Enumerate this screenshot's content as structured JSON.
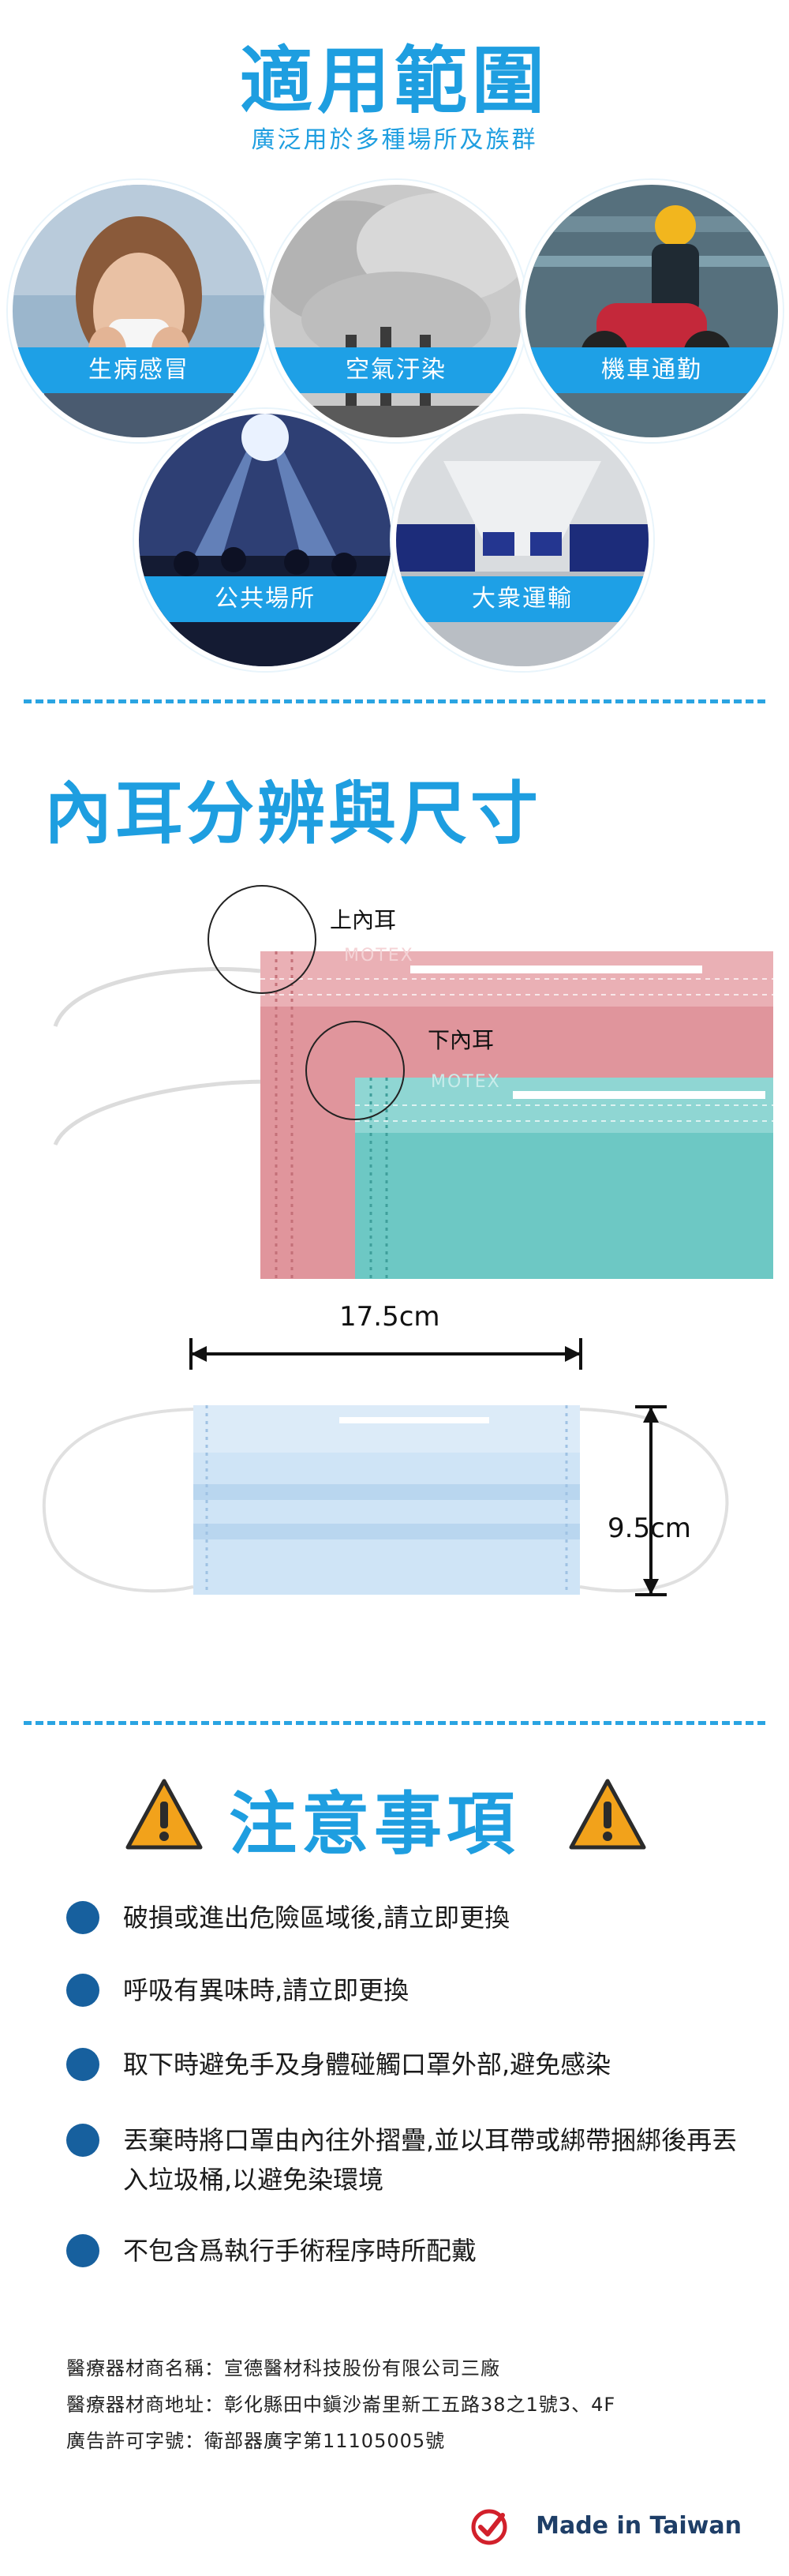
{
  "usage": {
    "title": "適用範圍",
    "subtitle": "廣泛用於多種場所及族群",
    "circles": [
      {
        "label": "生病感冒",
        "image": "sick-person-sneezing"
      },
      {
        "label": "空氣汙染",
        "image": "factory-smokestacks"
      },
      {
        "label": "機車通勤",
        "image": "scooter-rider"
      },
      {
        "label": "公共場所",
        "image": "concert-crowd"
      },
      {
        "label": "大衆運輸",
        "image": "train-interior"
      }
    ]
  },
  "ear": {
    "title": "內耳分辨與尺寸",
    "upper_label": "上內耳",
    "lower_label": "下內耳",
    "brand_mark": "MOTEX",
    "width_label": "17.5cm",
    "height_label": "9.5cm"
  },
  "caution": {
    "title": "注意事項",
    "items": [
      "破損或進出危險區域後,請立即更換",
      "呼吸有異味時,請立即更換",
      "取下時避免手及身體碰觸口罩外部,避免感染",
      "丟棄時將口罩由內往外摺疊,並以耳帶或綁帶捆綁後再丟入垃圾桶,以避免染環境",
      "不包含爲執行手術程序時所配戴"
    ]
  },
  "footer": {
    "maker_name": "醫療器材商名稱：宣德醫材科技股份有限公司三廠",
    "maker_address": "醫療器材商地址：彰化縣田中鎭沙崙里新工五路38之1號3、4F",
    "license": "廣告許可字號：衛部器廣字第11105005號",
    "made_in": "Made in Taiwan"
  },
  "colors": {
    "accent": "#1e9ee0",
    "bullet": "#17609e",
    "mask_pink": "#e0959c",
    "mask_teal": "#6dc8c4",
    "mask_blue": "#cfe4f6",
    "warning": "#f2a21b"
  }
}
